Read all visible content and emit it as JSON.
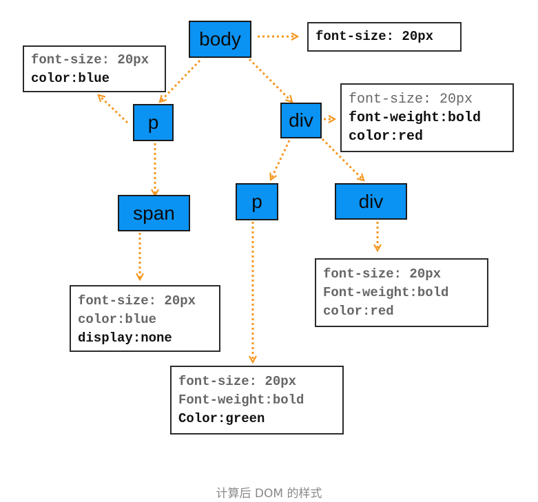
{
  "nodes": {
    "body": "body",
    "p_left": "p",
    "div_right": "div",
    "span": "span",
    "p_middle": "p",
    "div_child": "div"
  },
  "style_boxes": {
    "body": [
      "font-size: 20px"
    ],
    "p_left": [
      "font-size: 20px",
      "color:blue"
    ],
    "div_right": [
      "font-size: 20px",
      "font-weight:bold",
      "color:red"
    ],
    "span": [
      "font-size: 20px",
      "color:blue",
      "display:none"
    ],
    "div_child": [
      "font-size: 20px",
      "Font-weight:bold",
      "color:red"
    ],
    "p_middle": [
      "font-size: 20px",
      "Font-weight:bold",
      "Color:green"
    ]
  },
  "caption": "计算后 DOM 的样式",
  "colors": {
    "node_fill": "#0a93f3",
    "arrow": "#f5961e"
  }
}
